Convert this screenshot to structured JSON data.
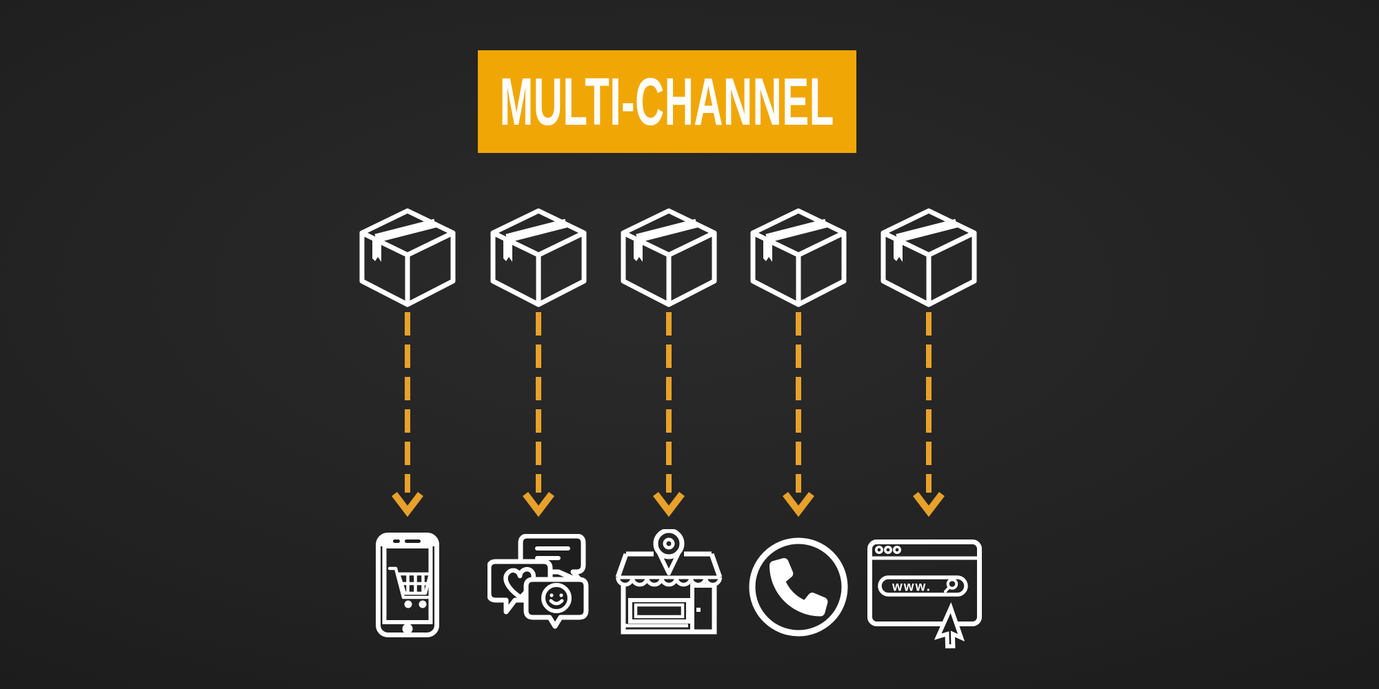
{
  "banner": {
    "label": "MULTI-CHANNEL"
  },
  "colors": {
    "banner_bg": "#F0A705",
    "banner_text": "#FFFFFF",
    "arrow": "#E8A12B",
    "icon": "#FFFFFF",
    "background": "#1E1E1E"
  },
  "packages": {
    "icon": "package-box-icon",
    "count": 5
  },
  "channels": [
    {
      "id": "mobile-shopping-app",
      "icon": "smartphone-shopping-cart-icon"
    },
    {
      "id": "social-media",
      "icon": "chat-bubbles-icon"
    },
    {
      "id": "physical-store",
      "icon": "storefront-location-icon"
    },
    {
      "id": "phone-call",
      "icon": "phone-handset-circle-icon"
    },
    {
      "id": "website",
      "icon": "web-browser-icon",
      "search_label": "www."
    }
  ]
}
